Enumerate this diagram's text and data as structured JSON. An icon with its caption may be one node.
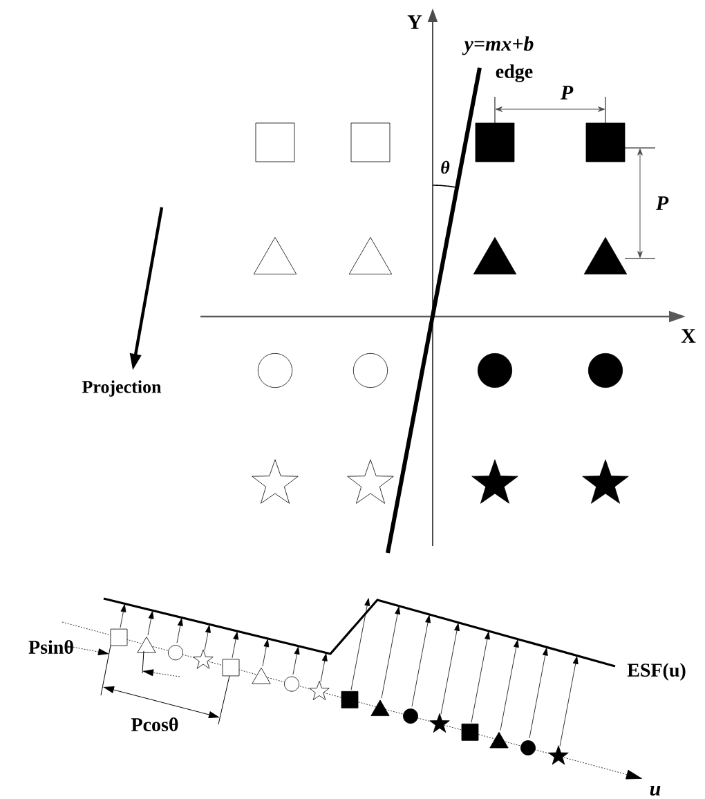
{
  "diagram": {
    "labels": [
      "Y",
      "y=mx+b",
      "edge",
      "P",
      "θ",
      "P",
      "X",
      "Projection",
      "Psinθ",
      "ESF(u)",
      "Pcosθ",
      "u"
    ]
  }
}
